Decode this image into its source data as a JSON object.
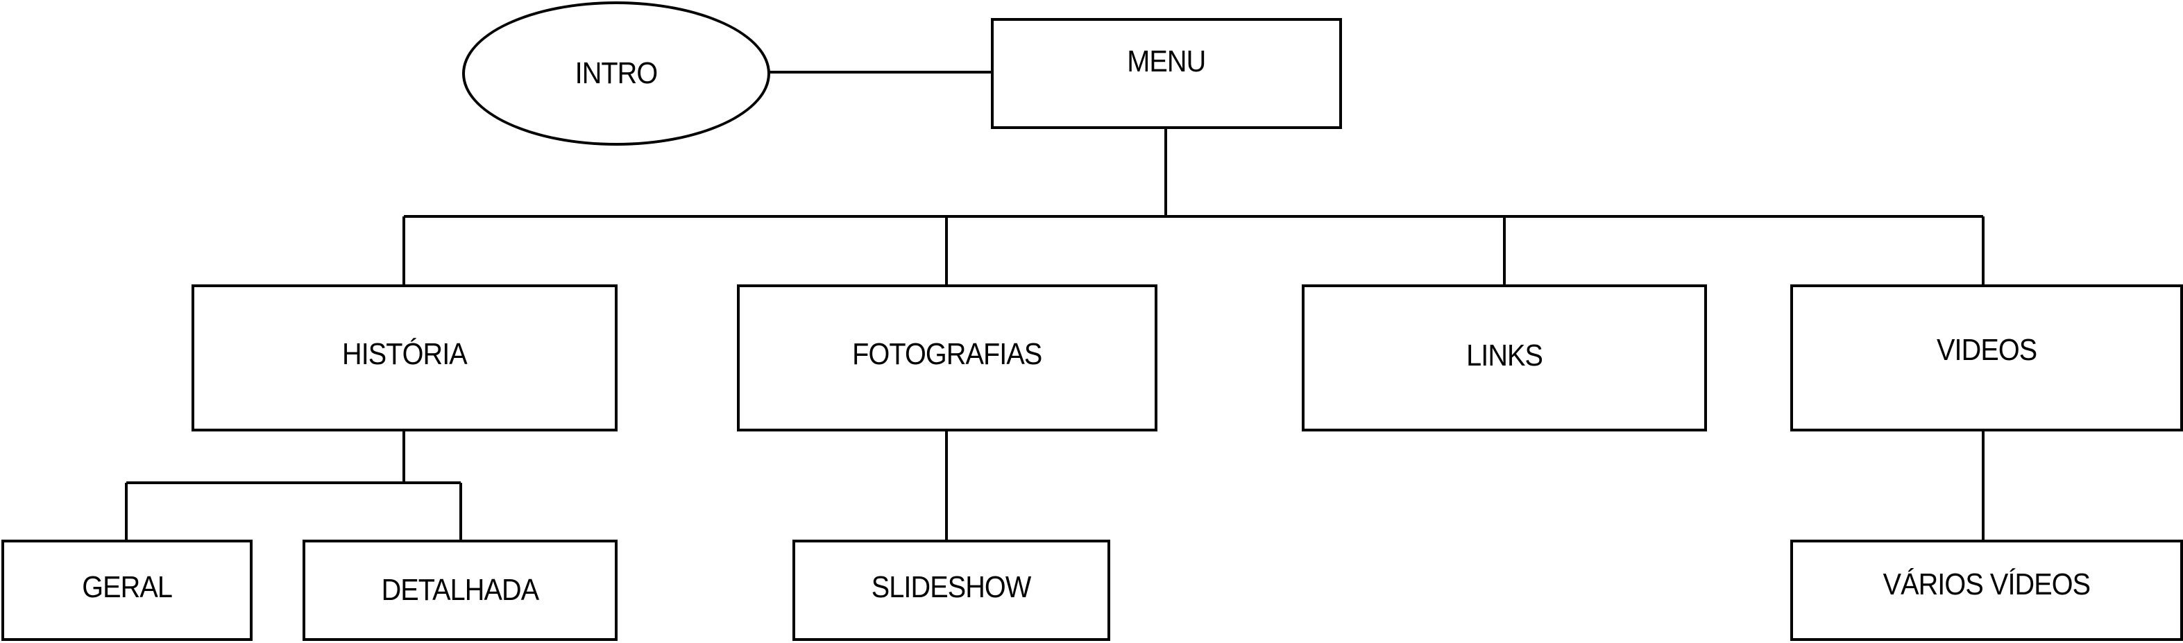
{
  "diagram": {
    "type": "site-map",
    "colors": {
      "stroke": "#000000",
      "background": "#ffffff",
      "text": "#000000"
    },
    "nodes": {
      "intro": {
        "label": "INTRO",
        "shape": "ellipse"
      },
      "menu": {
        "label": "MENU",
        "shape": "rect"
      },
      "historia": {
        "label": "HISTÓRIA",
        "shape": "rect"
      },
      "fotografias": {
        "label": "FOTOGRAFIAS",
        "shape": "rect"
      },
      "links": {
        "label": "LINKS",
        "shape": "rect"
      },
      "videos": {
        "label": "VIDEOS",
        "shape": "rect"
      },
      "geral": {
        "label": "GERAL",
        "shape": "rect"
      },
      "detalhada": {
        "label": "DETALHADA",
        "shape": "rect"
      },
      "slideshow": {
        "label": "SLIDESHOW",
        "shape": "rect"
      },
      "varios_videos": {
        "label": "VÁRIOS VÍDEOS",
        "shape": "rect"
      }
    },
    "edges": [
      [
        "INTRO",
        "MENU"
      ],
      [
        "MENU",
        "HISTÓRIA"
      ],
      [
        "MENU",
        "FOTOGRAFIAS"
      ],
      [
        "MENU",
        "LINKS"
      ],
      [
        "MENU",
        "VIDEOS"
      ],
      [
        "HISTÓRIA",
        "GERAL"
      ],
      [
        "HISTÓRIA",
        "DETALHADA"
      ],
      [
        "FOTOGRAFIAS",
        "SLIDESHOW"
      ],
      [
        "VIDEOS",
        "VÁRIOS VÍDEOS"
      ]
    ]
  }
}
